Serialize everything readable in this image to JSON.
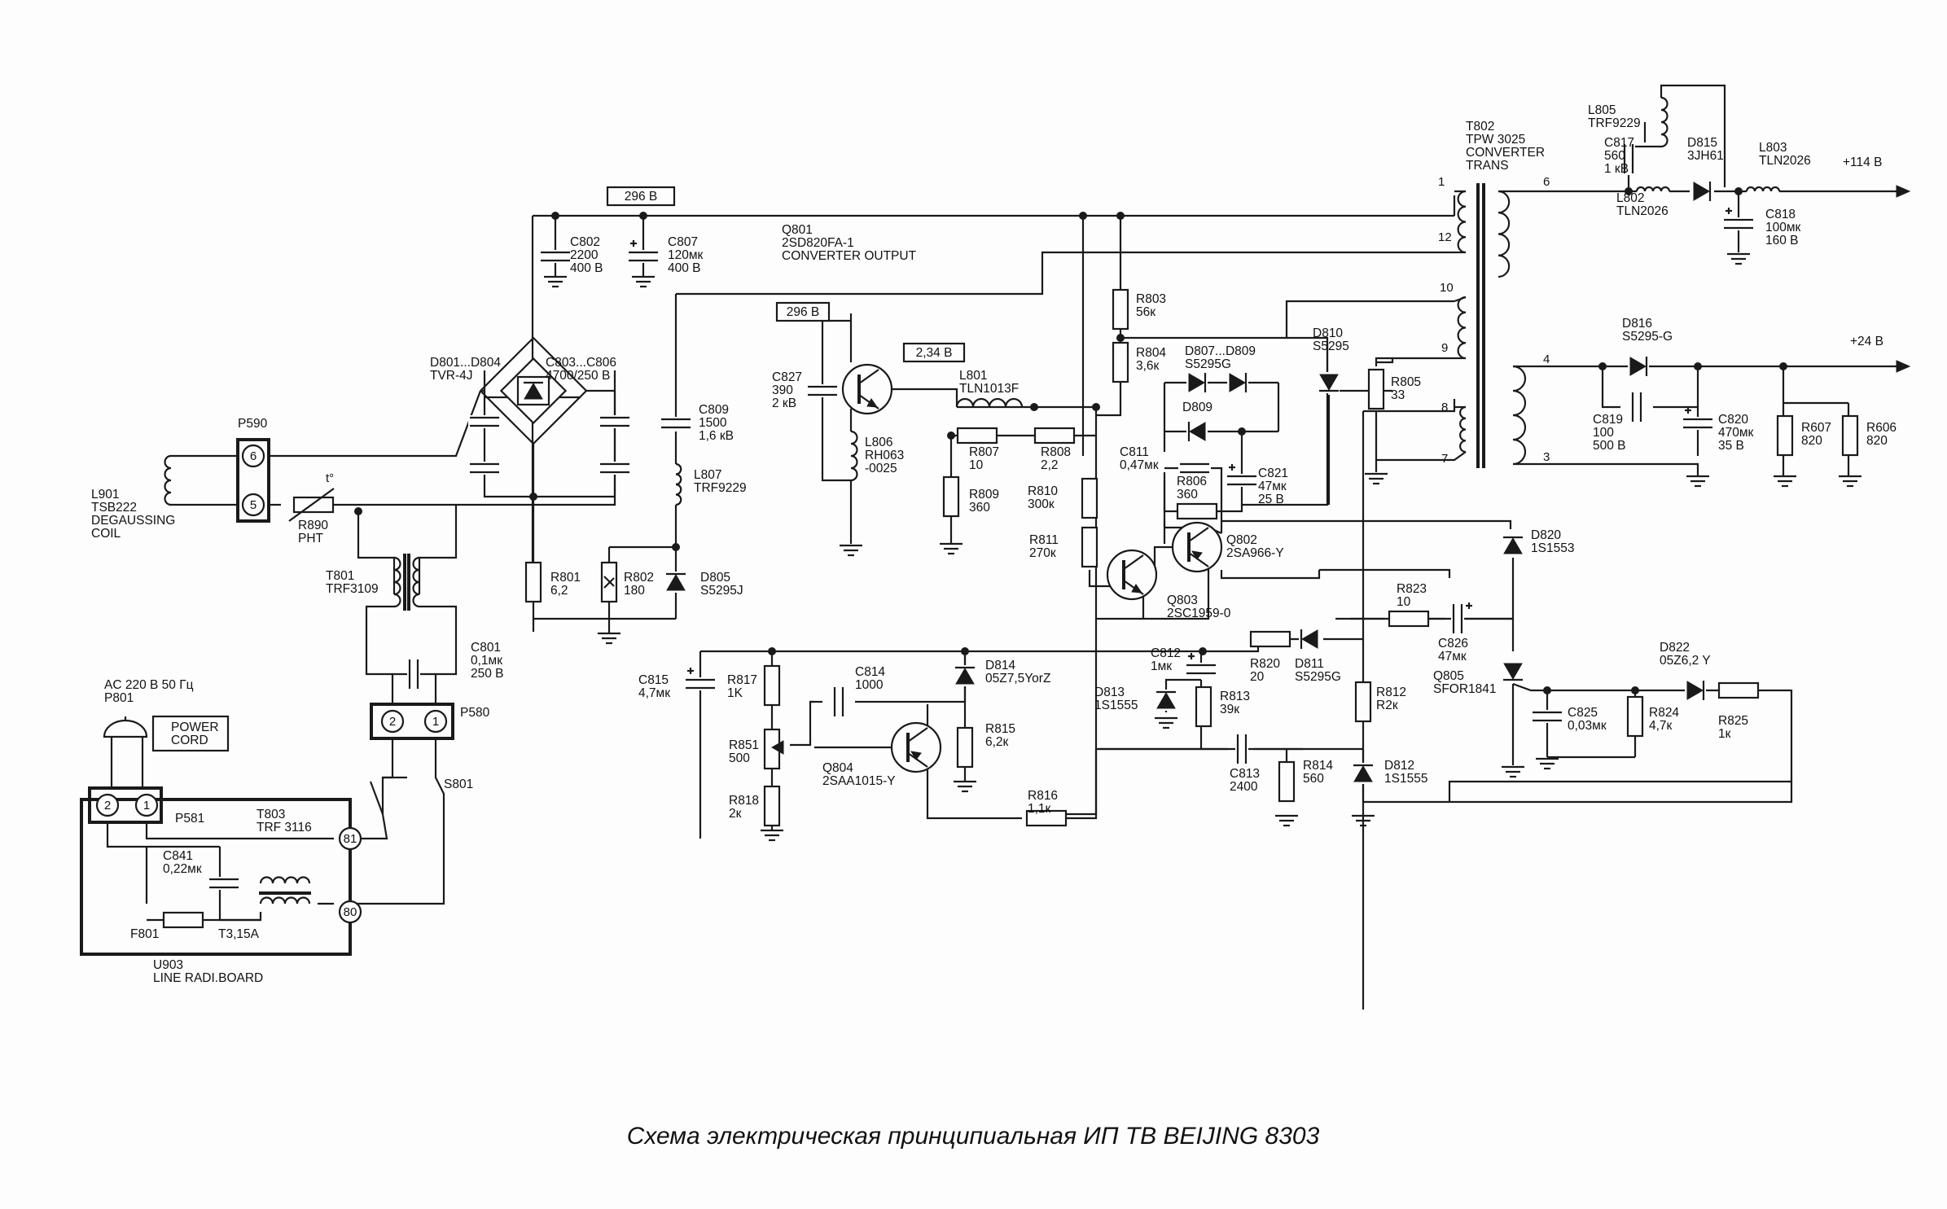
{
  "caption": "Схема электрическая принципиальная ИП ТВ BEIJING 8303",
  "labels": {
    "ac_in": [
      "AC 220 В 50 Гц",
      "P801"
    ],
    "power_cord": [
      "POWER",
      "CORD"
    ],
    "p581": [
      "P581"
    ],
    "t803": [
      "T803",
      "TRF 3116"
    ],
    "c841": [
      "C841",
      "0,22мк"
    ],
    "f801": [
      "F801"
    ],
    "fuse": [
      "T3,15A"
    ],
    "u903": [
      "U903",
      "LINE RADI.BOARD"
    ],
    "p590": [
      "P590"
    ],
    "l901": [
      "L901",
      "TSB222",
      "DEGAUSSING",
      "COIL"
    ],
    "r890": [
      "R890",
      "PHT"
    ],
    "t801": [
      "T801",
      "TRF3109"
    ],
    "c801": [
      "C801",
      "0,1мк",
      "250 В"
    ],
    "p580": [
      "P580"
    ],
    "s801": [
      "S801"
    ],
    "d801": [
      "D801...D804",
      "TVR-4J"
    ],
    "c803": [
      "C803...C806",
      "4700/250 В"
    ],
    "r801": [
      "R801",
      "6,2"
    ],
    "c802": [
      "C802",
      "2200",
      "400 В"
    ],
    "c807": [
      "C807",
      "120мк",
      "400 В"
    ],
    "v296a": [
      "296 В"
    ],
    "v296b": [
      "296 В"
    ],
    "v234": [
      "2,34 В"
    ],
    "q801": [
      "Q801",
      "2SD820FA-1",
      "CONVERTER OUTPUT"
    ],
    "c809": [
      "C809",
      "1500",
      "1,6 кВ"
    ],
    "l807": [
      "L807",
      "TRF9229"
    ],
    "r802": [
      "R802",
      "180"
    ],
    "d805": [
      "D805",
      "S5295J"
    ],
    "c827": [
      "C827",
      "390",
      "2 кВ"
    ],
    "l806": [
      "L806",
      "RH063",
      "-0025"
    ],
    "l801": [
      "L801",
      "TLN1013F"
    ],
    "r807": [
      "R807",
      "10"
    ],
    "r808": [
      "R808",
      "2,2"
    ],
    "r809": [
      "R809",
      "360"
    ],
    "r810": [
      "R810",
      "300к"
    ],
    "r811": [
      "R811",
      "270к"
    ],
    "r803": [
      "R803",
      "56к"
    ],
    "r804": [
      "R804",
      "3,6к"
    ],
    "d807": [
      "D807...D809",
      "S5295G"
    ],
    "d809": [
      "D809"
    ],
    "c811": [
      "C811",
      "0,47мк"
    ],
    "r806": [
      "R806",
      "360"
    ],
    "c821": [
      "C821",
      "47мк",
      "25 В"
    ],
    "q802": [
      "Q802",
      "2SA966-Y"
    ],
    "q803": [
      "Q803",
      "2SC1959-0"
    ],
    "d810": [
      "D810",
      "S5295"
    ],
    "r805": [
      "R805",
      "33"
    ],
    "t802": [
      "T802",
      "TPW 3025",
      "CONVERTER",
      "TRANS"
    ],
    "l805": [
      "L805",
      "TRF9229"
    ],
    "c817": [
      "C817",
      "560",
      "1 кВ"
    ],
    "d815": [
      "D815",
      "3JH61"
    ],
    "l803": [
      "L803",
      "TLN2026"
    ],
    "l802": [
      "L802",
      "TLN2026"
    ],
    "c818": [
      "C818",
      "100мк",
      "160 В"
    ],
    "out114": [
      "+114 В"
    ],
    "d816": [
      "D816",
      "S5295-G"
    ],
    "out24": [
      "+24 В"
    ],
    "c819": [
      "C819",
      "100",
      "500 В"
    ],
    "c820": [
      "C820",
      "470мк",
      "35 В"
    ],
    "r607": [
      "R607",
      "820"
    ],
    "r606": [
      "R606",
      "820"
    ],
    "d820": [
      "D820",
      "1S1553"
    ],
    "r823": [
      "R823",
      "10"
    ],
    "c826": [
      "C826",
      "47мк"
    ],
    "c815": [
      "C815",
      "4,7мк"
    ],
    "r817": [
      "R817",
      "1K"
    ],
    "r851": [
      "R851",
      "500"
    ],
    "r818": [
      "R818",
      "2к"
    ],
    "c814": [
      "C814",
      "1000"
    ],
    "d814": [
      "D814",
      "05Z7,5YorZ"
    ],
    "r815": [
      "R815",
      "6,2к"
    ],
    "q804": [
      "Q804",
      "2SAA1015-Y"
    ],
    "r816": [
      "R816",
      "1,1к"
    ],
    "c812": [
      "C812",
      "1мк"
    ],
    "r820": [
      "R820",
      "20"
    ],
    "d811": [
      "D811",
      "S5295G"
    ],
    "d813": [
      "D813",
      "1S1555"
    ],
    "r813": [
      "R813",
      "39к"
    ],
    "c813": [
      "C813",
      "2400"
    ],
    "r814": [
      "R814",
      "560"
    ],
    "r812": [
      "R812",
      "R2к"
    ],
    "d812": [
      "D812",
      "1S1555"
    ],
    "q805": [
      "Q805",
      "SFOR1841"
    ],
    "c825": [
      "C825",
      "0,03мк"
    ],
    "r824": [
      "R824",
      "4,7к"
    ],
    "d822": [
      "D822",
      "05Z6,2 Y"
    ],
    "r825": [
      "R825",
      "1к"
    ]
  },
  "pins": {
    "p590_top": "6",
    "p590_bot": "5",
    "p580_l": "2",
    "p580_r": "1",
    "p581_l": "2",
    "p581_r": "1",
    "u_81": "81",
    "u_80": "80",
    "t802_1": "1",
    "t802_12": "12",
    "t802_10": "10",
    "t802_9": "9",
    "t802_8": "8",
    "t802_7": "7",
    "t802_6": "6",
    "t802_4": "4",
    "t802_3": "3",
    "ptc": "t°"
  }
}
